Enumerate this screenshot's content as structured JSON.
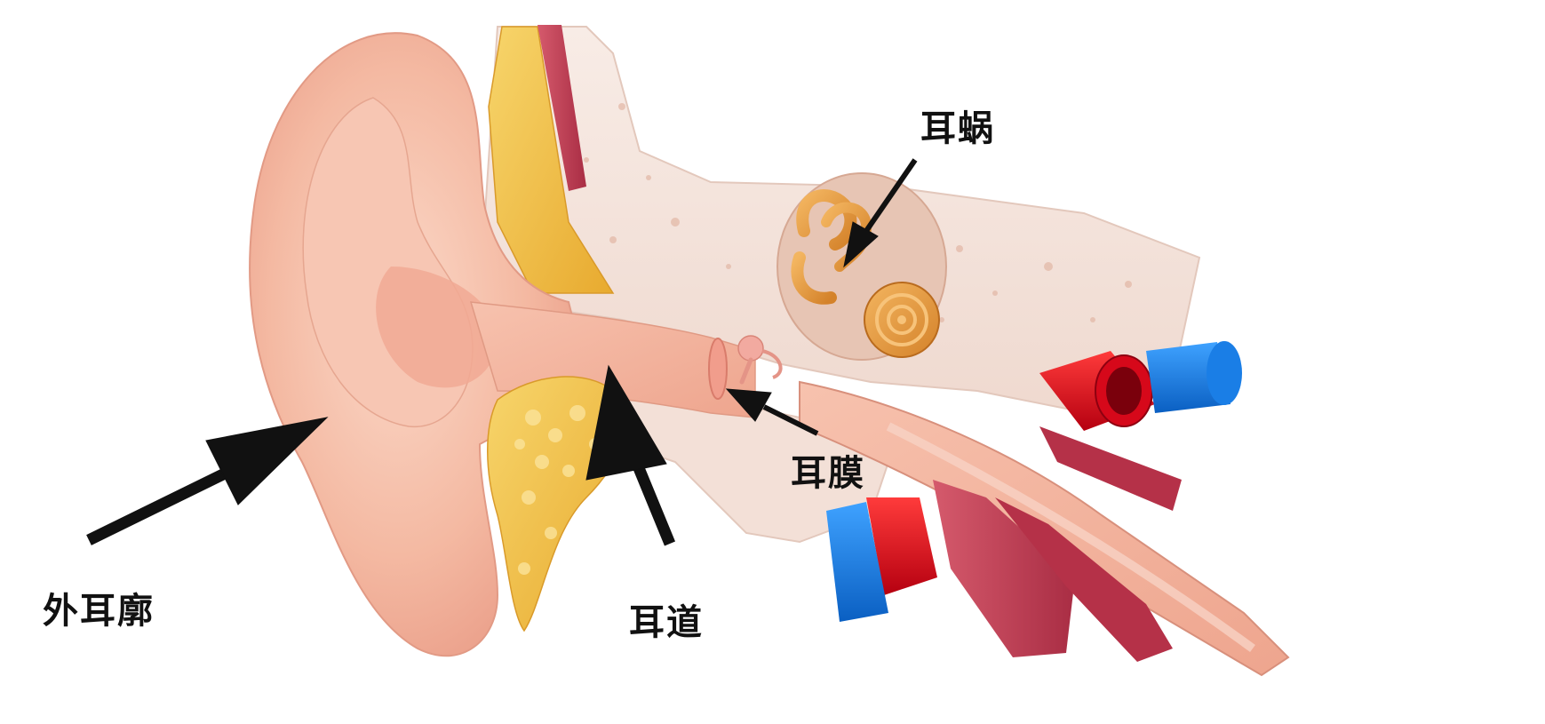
{
  "labels": {
    "cochlea": "耳蜗",
    "eardrum": "耳膜",
    "auricle": "外耳廓",
    "ear_canal": "耳道"
  },
  "colors": {
    "skin": "#f3b7a0",
    "skin_light": "#f9d6c8",
    "bone": "#f5e6df",
    "fat": "#f2c04a",
    "muscle": "#c8455a",
    "cochlea": "#e39a3c",
    "artery": "#e0101c",
    "vein": "#1c7fe0",
    "arrow": "#111111"
  }
}
